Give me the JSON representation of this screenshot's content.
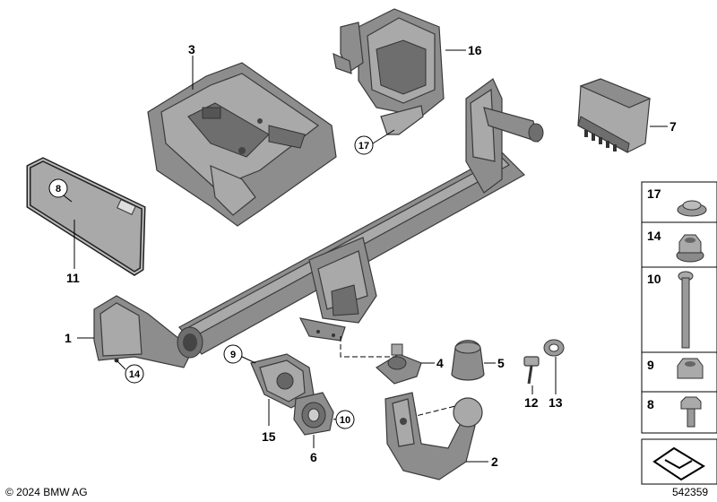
{
  "callouts": [
    {
      "id": "c1",
      "text": "1"
    },
    {
      "id": "c2",
      "text": "2"
    },
    {
      "id": "c3",
      "text": "3"
    },
    {
      "id": "c4",
      "text": "4"
    },
    {
      "id": "c5",
      "text": "5"
    },
    {
      "id": "c6",
      "text": "6"
    },
    {
      "id": "c7",
      "text": "7"
    },
    {
      "id": "c8",
      "text": "8"
    },
    {
      "id": "c9",
      "text": "9"
    },
    {
      "id": "c10",
      "text": "10"
    },
    {
      "id": "c11",
      "text": "11"
    },
    {
      "id": "c12",
      "text": "12"
    },
    {
      "id": "c13",
      "text": "13"
    },
    {
      "id": "c14",
      "text": "14"
    },
    {
      "id": "c15",
      "text": "15"
    },
    {
      "id": "c16",
      "text": "16"
    },
    {
      "id": "c17",
      "text": "17"
    }
  ],
  "sidebar": [
    "17",
    "14",
    "10",
    "9",
    "8"
  ],
  "footer": {
    "copyright": "© 2024 BMW AG",
    "diagram_number": "542359"
  }
}
